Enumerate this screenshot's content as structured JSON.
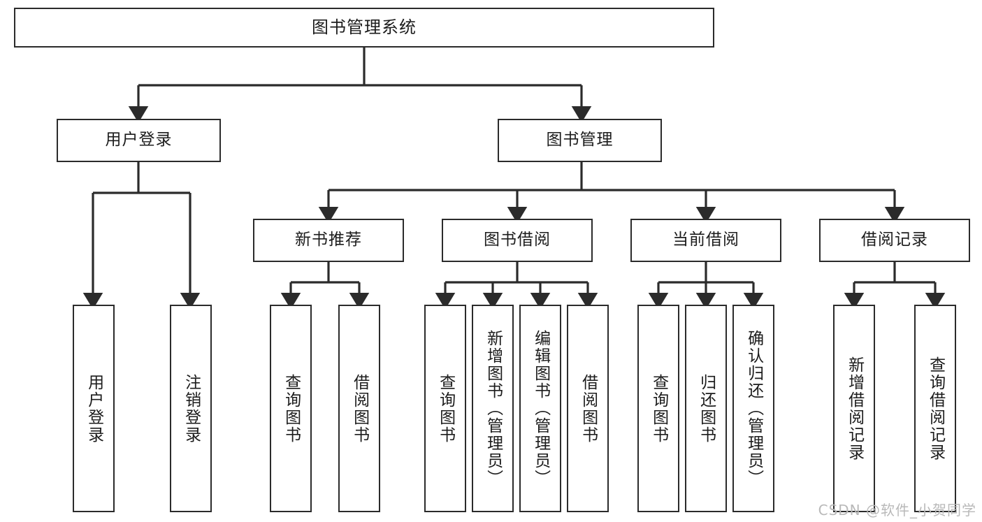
{
  "diagram": {
    "title": "图书管理系统",
    "type": "tree-hierarchy-functional-decomposition",
    "colors": {
      "box_border": "#2b2b2b",
      "box_fill": "#ffffff",
      "line": "#2b2b2b",
      "text": "#1c1c1c",
      "watermark": "#b9b9b9"
    },
    "root": {
      "label": "图书管理系统"
    },
    "level2": [
      {
        "label": "用户登录"
      },
      {
        "label": "图书管理"
      }
    ],
    "level3": [
      {
        "label": "新书推荐"
      },
      {
        "label": "图书借阅"
      },
      {
        "label": "当前借阅"
      },
      {
        "label": "借阅记录"
      }
    ],
    "leaves": {
      "user_login": [
        {
          "label": "用户登录"
        },
        {
          "label": "注销登录"
        }
      ],
      "new_book_recommend": [
        {
          "label": "查询图书"
        },
        {
          "label": "借阅图书"
        }
      ],
      "book_borrow": [
        {
          "label": "查询图书"
        },
        {
          "label": "新增图书（管理员）"
        },
        {
          "label": "编辑图书（管理员）"
        },
        {
          "label": "借阅图书"
        }
      ],
      "current_borrow": [
        {
          "label": "查询图书"
        },
        {
          "label": "归还图书"
        },
        {
          "label": "确认归还（管理员）"
        }
      ],
      "borrow_record": [
        {
          "label": "新增借阅记录"
        },
        {
          "label": "查询借阅记录"
        }
      ]
    }
  },
  "watermark": {
    "text": "CSDN @软件_小贺同学"
  }
}
